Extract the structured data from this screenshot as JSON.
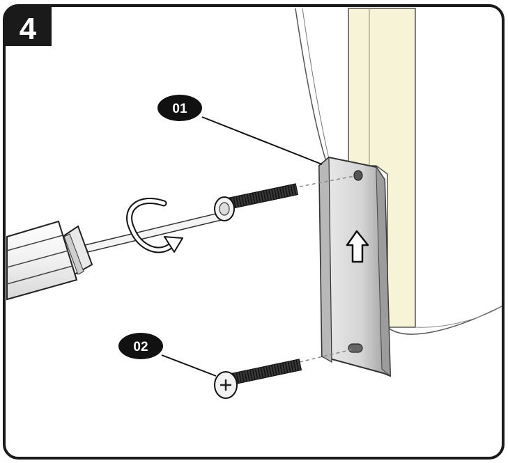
{
  "step": {
    "number": "4"
  },
  "callouts": [
    {
      "id": "01",
      "label": "01"
    },
    {
      "id": "02",
      "label": "02"
    }
  ],
  "colors": {
    "frame": "#1a1a1a",
    "wall_panel": "#f6f3d6",
    "bracket": "#d9d9d9",
    "bracket_shadow": "#8f8f8f",
    "screw": "#2a2a2a"
  }
}
